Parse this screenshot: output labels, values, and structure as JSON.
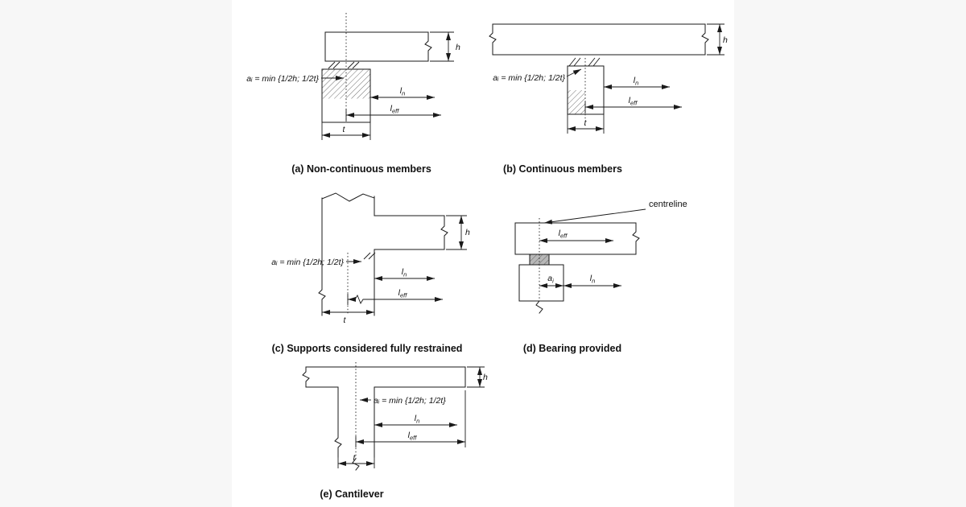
{
  "page": {
    "background": "#ffffff",
    "margin_color": "#f7f7f7"
  },
  "figure": {
    "captions": {
      "a": "(a) Non-continuous members",
      "b": "(b) Continuous members",
      "c": "(c) Supports considered fully restrained",
      "d": "(d) Bearing provided",
      "e": "(e) Cantilever"
    },
    "labels": {
      "ai_formula": "aᵢ = min {1/2h; 1/2t}",
      "h": "h",
      "t": "t",
      "l": "l",
      "sub_n": "n",
      "sub_eff": "eff",
      "a": "a",
      "sub_i": "i",
      "centreline": "centreline"
    },
    "colors": {
      "line": "#1a1a1a",
      "hatch": "#4a4a4a",
      "bearing_pad": "#b8b8b8"
    }
  }
}
